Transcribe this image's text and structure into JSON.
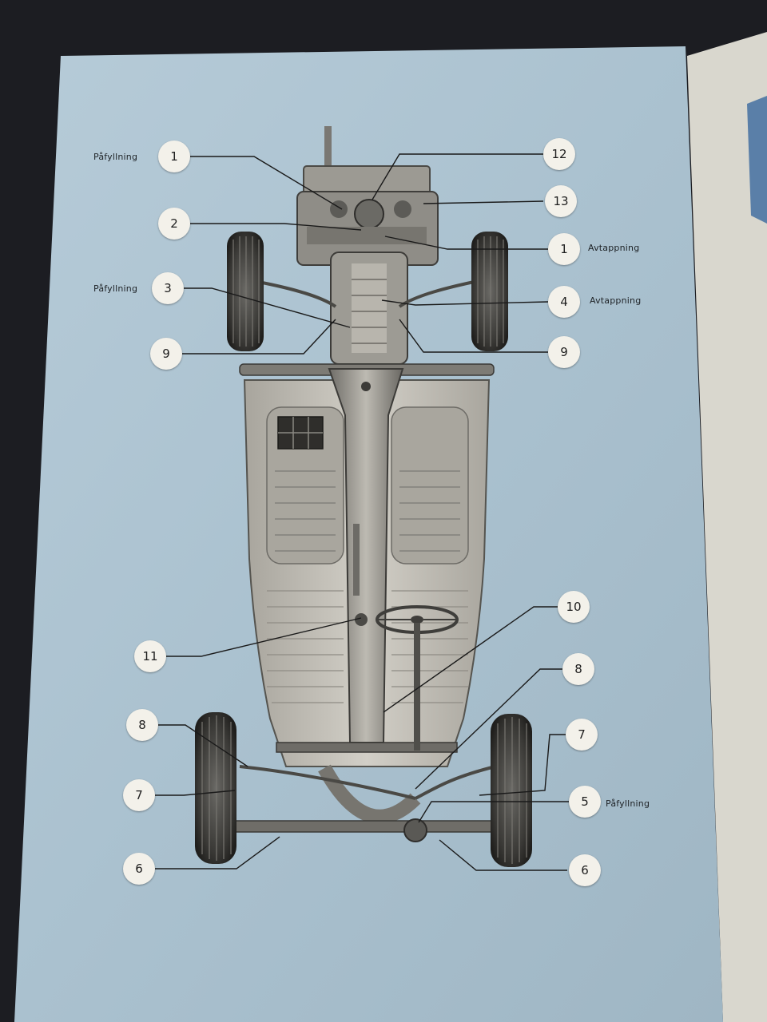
{
  "diagram": {
    "callouts": [
      {
        "id": "c1-top",
        "number": "1"
      },
      {
        "id": "c2",
        "number": "2"
      },
      {
        "id": "c3",
        "number": "3"
      },
      {
        "id": "c9-left",
        "number": "9"
      },
      {
        "id": "c12",
        "number": "12"
      },
      {
        "id": "c13",
        "number": "13"
      },
      {
        "id": "c1-right",
        "number": "1"
      },
      {
        "id": "c4",
        "number": "4"
      },
      {
        "id": "c9-right",
        "number": "9"
      },
      {
        "id": "c10",
        "number": "10"
      },
      {
        "id": "c11",
        "number": "11"
      },
      {
        "id": "c8-right",
        "number": "8"
      },
      {
        "id": "c8-left",
        "number": "8"
      },
      {
        "id": "c7-right",
        "number": "7"
      },
      {
        "id": "c7-left",
        "number": "7"
      },
      {
        "id": "c5",
        "number": "5"
      },
      {
        "id": "c6-left",
        "number": "6"
      },
      {
        "id": "c6-right",
        "number": "6"
      }
    ],
    "labels": {
      "fill_top_left": "Påfyllning",
      "fill_left": "Påfyllning",
      "drain_1": "Avtappning",
      "drain_4": "Avtappning",
      "fill_5": "Påfyllning"
    }
  },
  "colors": {
    "background": "#1c1d22",
    "page": "#adc3d1",
    "chassis": "#c9c6bd",
    "chassis_shadow": "#5a5955",
    "callout_fill": "#f3f1ea",
    "leader_line": "#1a1a1a"
  }
}
